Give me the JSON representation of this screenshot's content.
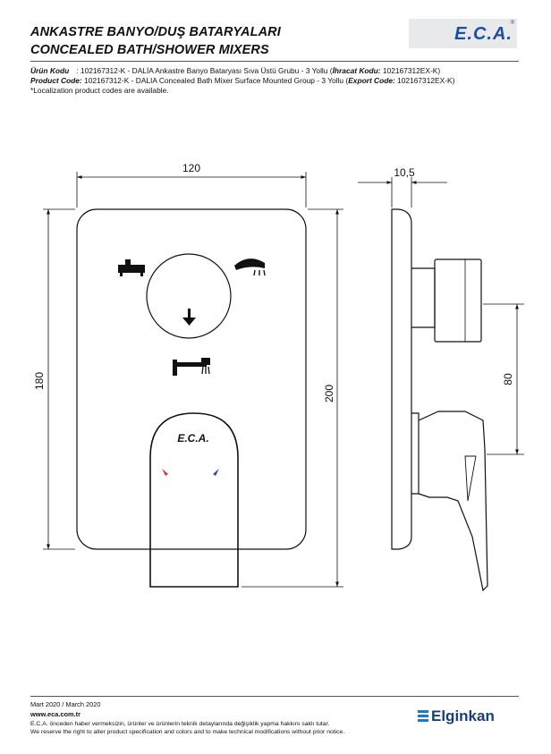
{
  "header": {
    "title_tr": "ANKASTRE BANYO/DUŞ BATARYALARI",
    "title_en": "CONCEALED BATH/SHOWER MIXERS",
    "logo": "E.C.A."
  },
  "product": {
    "tr_label": "Ürün Kodu",
    "tr_text": ": 102167312-K - DALİA Ankastre Banyo Bataryası Sıva Üstü Grubu - 3 Yollu (",
    "tr_export_label": "İhracat Kodu:",
    "tr_export_code": " 102167312EX-K)",
    "en_label": "Product Code:",
    "en_text": " 102167312-K - DALIA Concealed Bath Mixer Surface Mounted Group - 3 Yollu (",
    "en_export_label": "Export Code:",
    "en_export_code": " 102167312EX-K)",
    "note": "*Localization product codes are available."
  },
  "drawing": {
    "dim_width": "120",
    "dim_height": "180",
    "dim_total_height": "200",
    "dim_depth": "10,5",
    "dim_spacing": "80",
    "faceplate_logo": "E.C.A."
  },
  "footer": {
    "date": "Mart 2020 / March 2020",
    "web": "www.eca.com.tr",
    "disclaimer_tr": "E.C.A. önceden haber vermeksizin, ürünler ve ürünlerin teknik detaylarında değişiklik yapma hakkını saklı tutar.",
    "disclaimer_en": "We reserve the right to alter product specification and colors and to make technical modifications without prior notice.",
    "brand": "Elginkan"
  }
}
